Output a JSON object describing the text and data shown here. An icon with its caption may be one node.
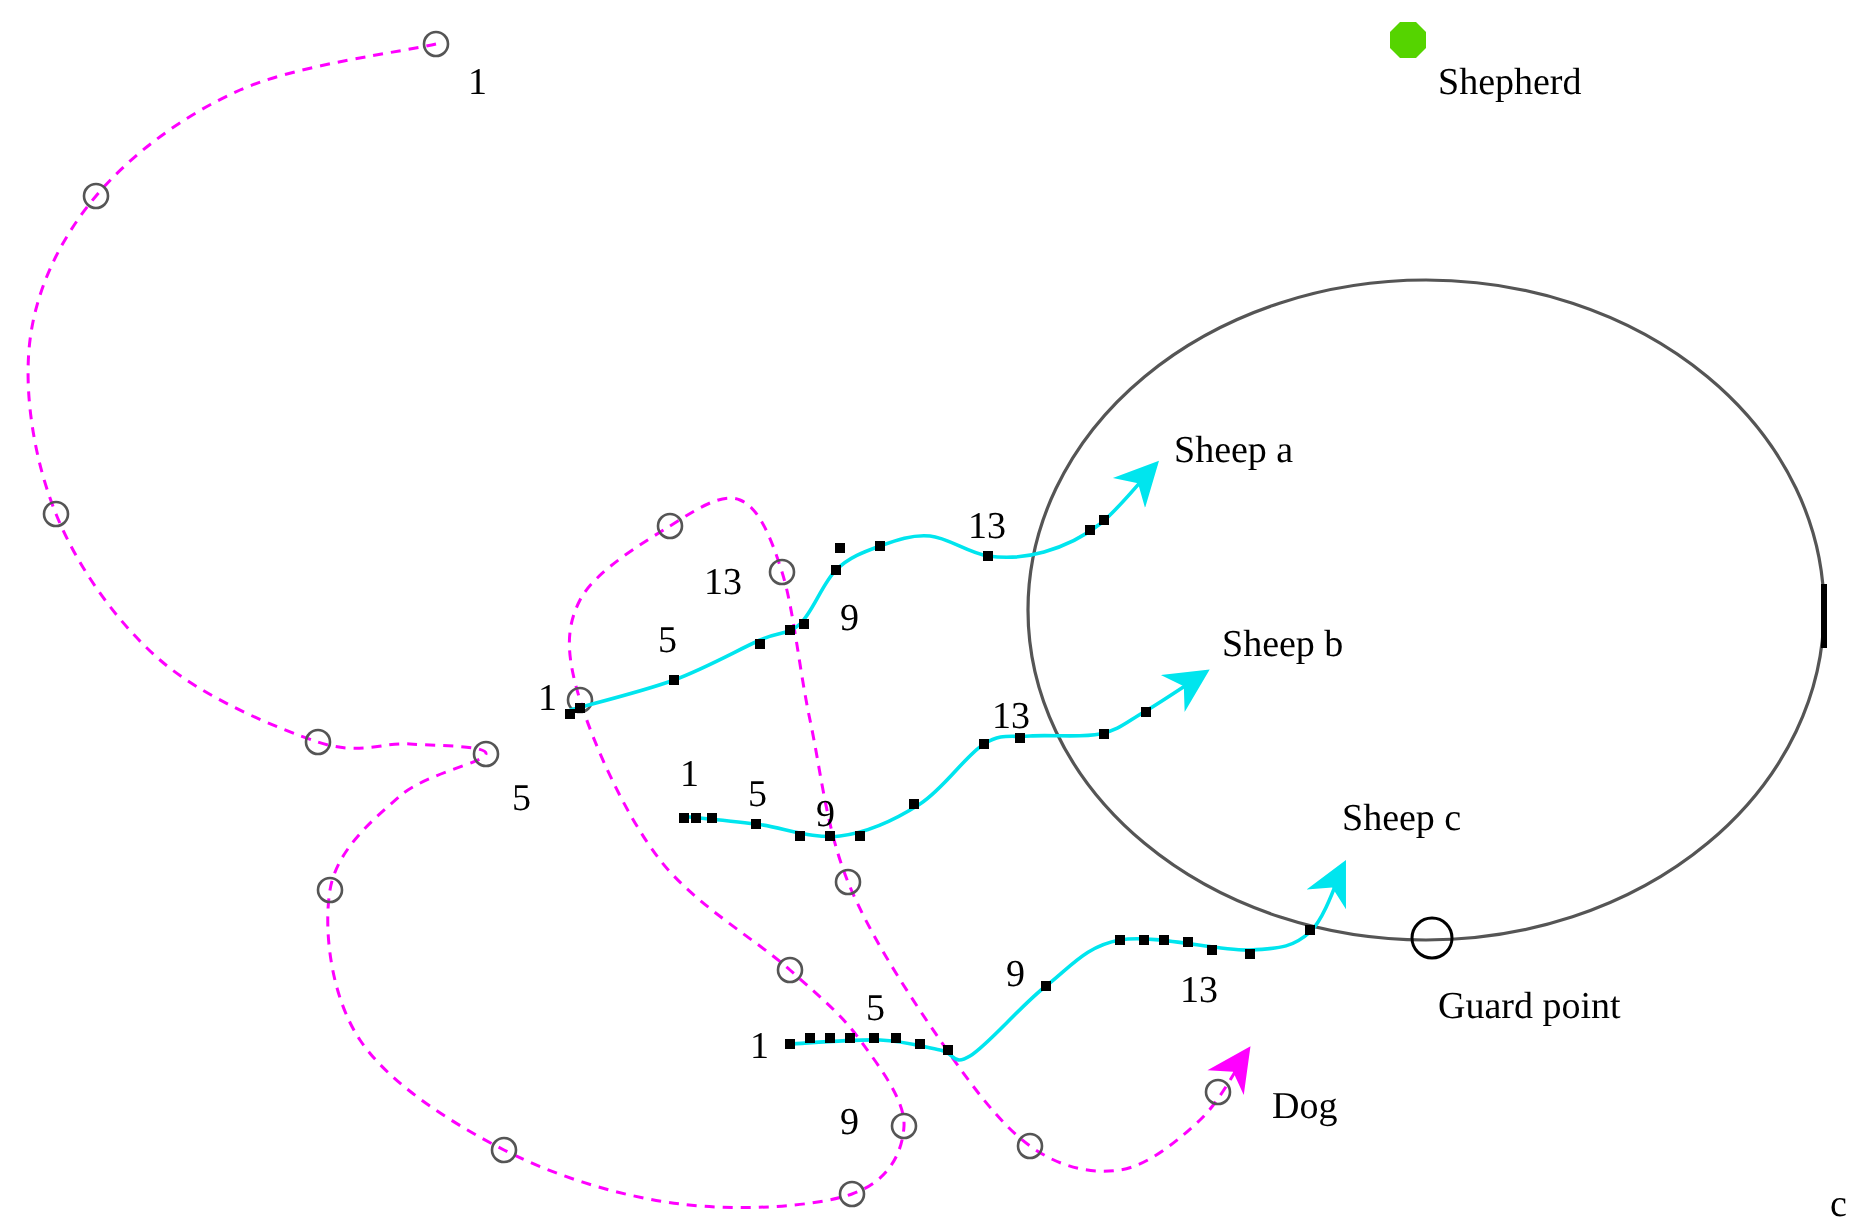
{
  "diagram": {
    "labels": [
      "1",
      "Shepherd",
      "Sheep a",
      "13",
      "13",
      "9",
      "5",
      "Sheep b",
      "1",
      "13",
      "1",
      "5",
      "5",
      "9",
      "Sheep c",
      "9",
      "13",
      "Guard point",
      "5",
      "1",
      "Dog",
      "9",
      "c"
    ]
  }
}
